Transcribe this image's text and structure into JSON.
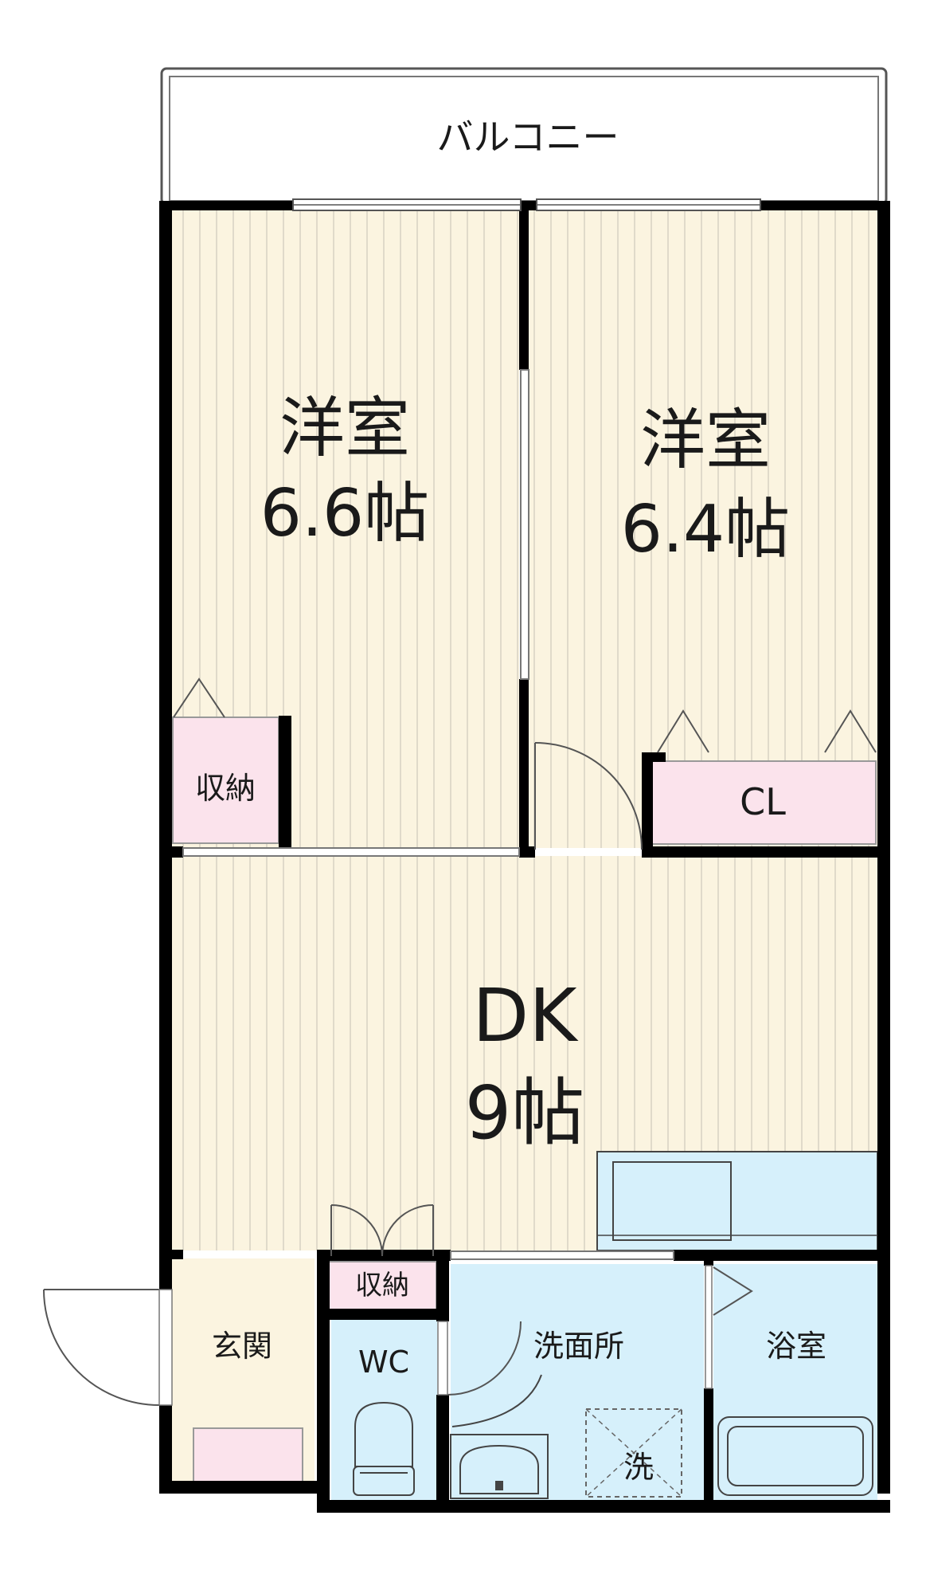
{
  "plan": {
    "balcony": "バルコニー",
    "rooms": {
      "western_left": {
        "name": "洋室",
        "size": "6.6帖"
      },
      "western_right": {
        "name": "洋室",
        "size": "6.4帖"
      },
      "dk": {
        "name": "DK",
        "size": "9帖"
      },
      "entrance": "玄関",
      "wc": "WC",
      "washroom": "洗面所",
      "bathroom": "浴室"
    },
    "storage_left": "収納",
    "closet": "CL",
    "storage_small": "収納",
    "washer": "洗"
  },
  "colors": {
    "floor": "#fbf4e0",
    "floor_line": "#d8d2c2",
    "wall": "#000000",
    "storage": "#fbe3ec",
    "wet_area": "#d6f0fb",
    "counter": "#d6f0fb"
  }
}
